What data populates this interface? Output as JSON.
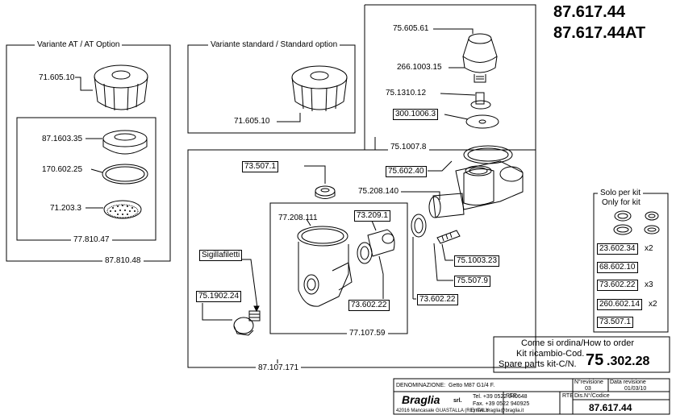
{
  "header": {
    "code1": "87.617.44",
    "code2": "87.617.44AT"
  },
  "variant_at": {
    "title": "Variante AT / AT Option",
    "labels": {
      "nut": "71.605.10",
      "seal": "87.1603.35",
      "oring": "170.602.25",
      "filter": "71.203.3",
      "sub": "77.810.47",
      "assy": "87.810.48"
    }
  },
  "variant_std": {
    "title": "Variante standard / Standard option",
    "nut": "71.605.10"
  },
  "top_group": {
    "cap": "75.605.61",
    "spring": "266.1003.15",
    "pin": "75.1310.12",
    "disc": "300.1006.3",
    "sub": "75.1007.8"
  },
  "main": {
    "oring_top": "75.602.40",
    "tube": "75.208.140",
    "plug_small": "73.507.1",
    "body": "77.208.111",
    "nozzle": "73.209.1",
    "sealant": "Sigillafiletti",
    "screw": "75.1902.24",
    "seal_body": "73.602.22",
    "sub": "77.107.59",
    "screw_small": "75.1003.23",
    "spring_small": "75.507.9",
    "oring_side": "73.602.22",
    "assy": "87.107.171"
  },
  "kit_only": {
    "title1": "Solo per kit",
    "title2": "Only for kit",
    "items": [
      {
        "code": "23.602.34",
        "qty": "x2"
      },
      {
        "code": "68.602.10",
        "qty": ""
      },
      {
        "code": "73.602.22",
        "qty": "x3"
      },
      {
        "code": "260.602.14",
        "qty": "x2"
      },
      {
        "code": "73.507.1",
        "qty": ""
      }
    ]
  },
  "order": {
    "line1": "Come si ordina/How to order",
    "line2": "Kit ricambio-Cod.",
    "line3": "Spare parts kit-C/N.",
    "code_big": "75",
    "code_rest": ".302.28"
  },
  "titleblock": {
    "denom_label": "DENOMINAZIONE:",
    "denom_value": "Getto M87 G1/4 F.",
    "rev_label": "N°revisione",
    "rev_value": "03",
    "date_label": "Data revisione",
    "date_value": "01/03/10",
    "company": "Braglia",
    "company_suffix": "srl.",
    "tel": "Tel. +39 0522 940648",
    "fax": "Fax. +39 0522 940925",
    "email": "Email: braglia@braglia.it",
    "address": "42016 Mancasale GUASTALLA (RE) ITALY",
    "ste": "STE",
    "rte": "RTE",
    "code_label": "Dis.N°/Codice",
    "code_value": "87.617.44"
  }
}
